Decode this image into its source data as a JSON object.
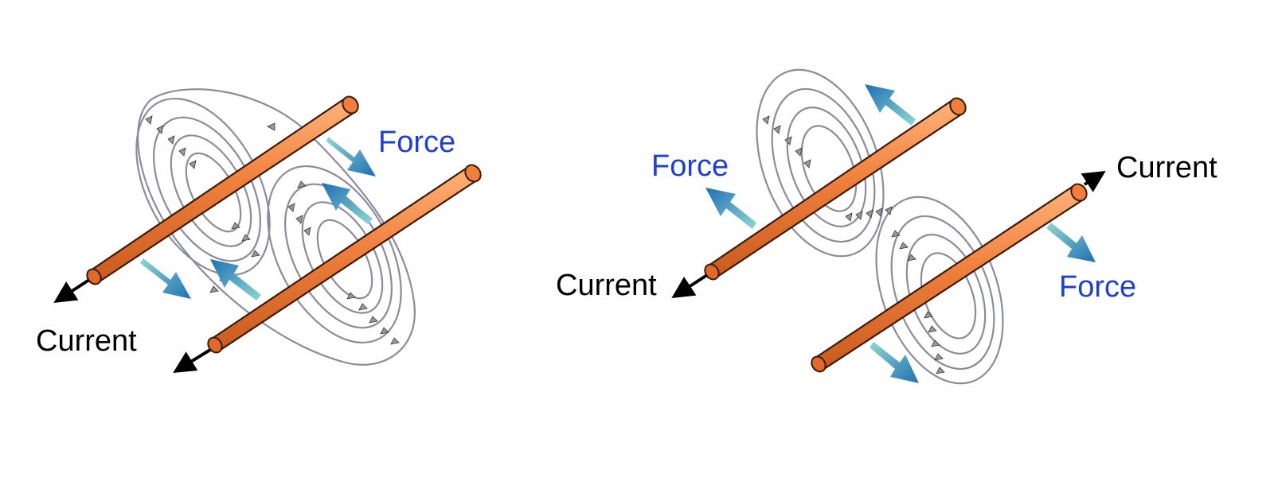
{
  "colors": {
    "wire": "#f07f3c",
    "wire_highlight": "#ffb37a",
    "field_line": "#8a8c9e",
    "force_arrow_start": "#7fd0c8",
    "force_arrow_end": "#1f6fb5",
    "force_label": "#1f3fd1",
    "current_label": "#000000"
  },
  "left_panel": {
    "force_label_1": "Force",
    "current_label": "Current"
  },
  "right_panel": {
    "force_label_left": "Force",
    "force_label_right": "Force",
    "current_label_left": "Current",
    "current_label_right": "Current"
  }
}
